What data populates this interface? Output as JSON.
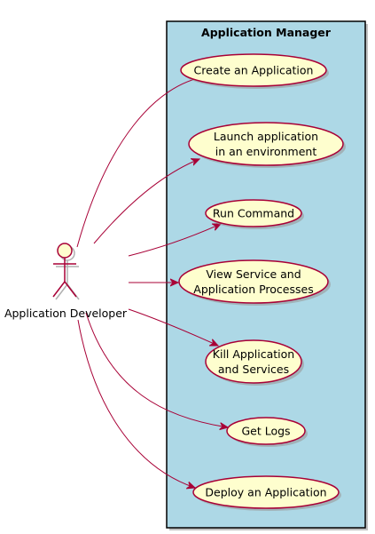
{
  "colors": {
    "boundary_fill": "#ADD8E6",
    "usecase_fill": "#FEFECE",
    "accent": "#A80036",
    "shadow": "#9a9a9a"
  },
  "system": {
    "title": "Application Manager"
  },
  "actor": {
    "name": "Application Developer",
    "icon": "stick-figure-icon"
  },
  "use_cases": [
    {
      "lines": [
        "Create an Application"
      ]
    },
    {
      "lines": [
        "Launch application",
        "in an environment"
      ]
    },
    {
      "lines": [
        "Run Command"
      ]
    },
    {
      "lines": [
        "View Service and",
        "Application Processes"
      ]
    },
    {
      "lines": [
        "Kill Application",
        "and Services"
      ]
    },
    {
      "lines": [
        "Get Logs"
      ]
    },
    {
      "lines": [
        "Deploy an Application"
      ]
    }
  ]
}
